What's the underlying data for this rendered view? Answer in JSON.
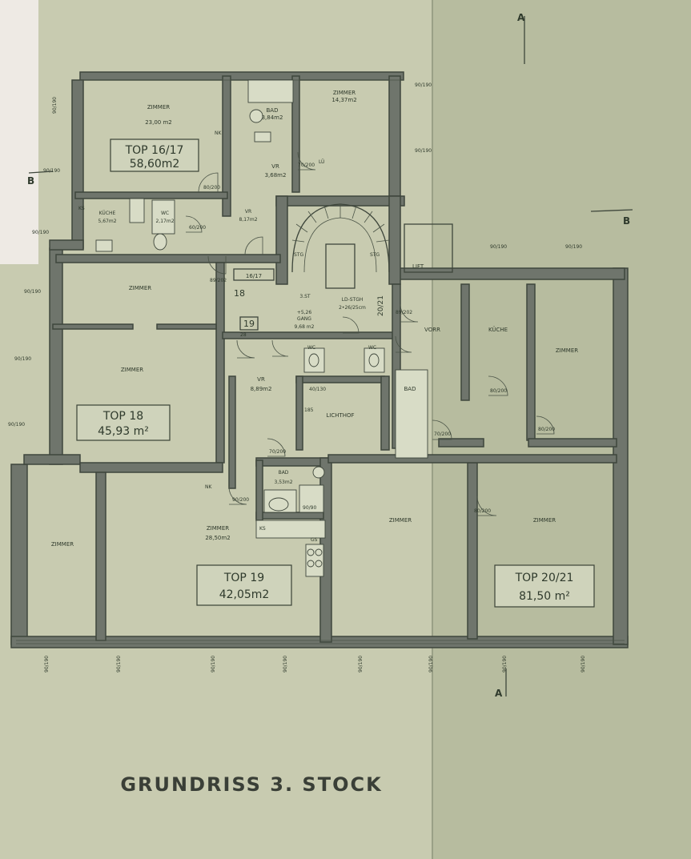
{
  "title": "GRUNDRISS 3. STOCK",
  "section_marks": {
    "a_top": "A",
    "a_bottom": "A",
    "b_left": "B",
    "b_right": "B"
  },
  "units": {
    "top_1617": {
      "name": "TOP 16/17",
      "area": "58,60m2"
    },
    "top_18": {
      "name": "TOP 18",
      "area": "45,93 m²"
    },
    "top_19": {
      "name": "TOP 19",
      "area": "42,05m2"
    },
    "top_2021": {
      "name": "TOP 20/21",
      "area": "81,50 m²"
    }
  },
  "rooms": {
    "zimmer_1617": {
      "name": "ZIMMER",
      "area": "23,00 m2"
    },
    "bad_1617": {
      "name": "BAD",
      "area": "3,84m2"
    },
    "zimmer_1437": {
      "name": "ZIMMER",
      "area": "14,37m2"
    },
    "vr_368": {
      "name": "VR",
      "area": "3,68m2"
    },
    "kueche_1617": {
      "name": "KÜCHE",
      "area": "5,67m2"
    },
    "wc_1617": {
      "name": "WC",
      "area": "2,17m2"
    },
    "vr_817": {
      "name": "VR",
      "area": "8,17m2"
    },
    "zimmer_18a": {
      "name": "ZIMMER"
    },
    "zimmer_18b": {
      "name": "ZIMMER"
    },
    "vr_889": {
      "name": "VR",
      "area": "8,89m2"
    },
    "gang": {
      "name": "GANG",
      "area": "9,68 m2"
    },
    "ldstgh": {
      "name": "LD-STGH",
      "area": "2•26/25cm"
    },
    "lichthof": {
      "name": "LICHTHOF"
    },
    "bad_19": {
      "name": "BAD",
      "area": "3,53m2"
    },
    "zimmer_left": {
      "name": "ZIMMER"
    },
    "zimmer_19": {
      "name": "ZIMMER",
      "area": "28,50m2"
    },
    "zimmer_mid": {
      "name": "ZIMMER"
    },
    "zimmer_right": {
      "name": "ZIMMER"
    },
    "vorr": {
      "name": "VORR"
    },
    "kueche_2021": {
      "name": "KÜCHE"
    },
    "zimmer_2021": {
      "name": "ZIMMER"
    },
    "bad_2021": {
      "name": "BAD"
    },
    "lift": {
      "name": "LIFT"
    }
  },
  "door_numbers": {
    "d_1617": "16/17",
    "d_18": "18",
    "d_19": "19",
    "d_2021": "20/21",
    "floor": "3.ST"
  },
  "fixtures": {
    "wc": "WC",
    "nk": "NK",
    "lu": "LÜ",
    "ks": "KS",
    "gs": "GS",
    "stg": "STG"
  },
  "dims": {
    "window": "90/190",
    "door_80": "80/200",
    "door_70": "70/200",
    "door_90": "90/200",
    "door_60": "60/200",
    "door_89": "89/202",
    "door_82": "82/202",
    "dim_185": "185",
    "bath_90": "90/90",
    "dim_28": "28",
    "dim_40": "40/130",
    "elev": "+5,26"
  }
}
